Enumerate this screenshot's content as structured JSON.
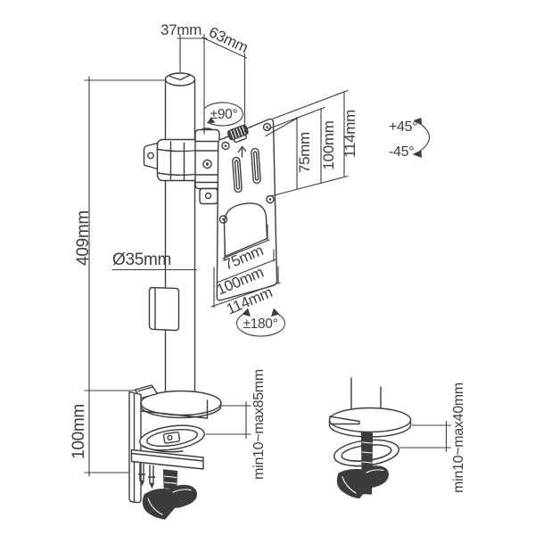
{
  "drawing": {
    "bg": "#ffffff",
    "ink": "#3d3d3d",
    "labels": {
      "offset_37": "37mm",
      "arm_63": "63mm",
      "pole_height_409": "409mm",
      "pole_diameter": "Ø35mm",
      "clamp_height_100": "100mm",
      "swivel_90": "±90°",
      "tilt_plus_45": "+45°",
      "tilt_minus_45": "-45°",
      "rotate_180": "±180°",
      "vesa_v_75": "75mm",
      "vesa_v_100": "100mm",
      "vesa_v_114": "114mm",
      "vesa_h_75": "75mm",
      "vesa_h_100": "100mm",
      "vesa_h_114": "114mm",
      "clamp_range": "min10~max85mm",
      "grommet_range": "min10~max40mm"
    }
  }
}
